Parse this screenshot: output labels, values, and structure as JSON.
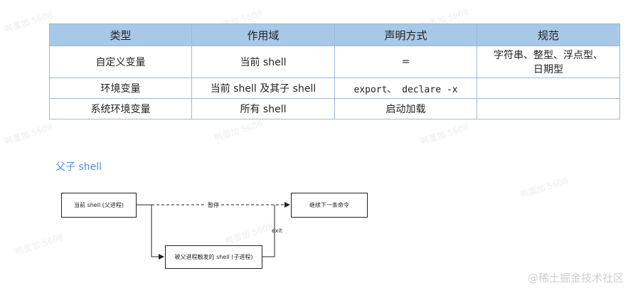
{
  "table": {
    "headers": [
      "类型",
      "作用域",
      "声明方式",
      "规范"
    ],
    "rows": [
      {
        "type": "自定义变量",
        "scope": "当前 shell",
        "decl": "=",
        "spec_line1": "字符串、整型、浮点型、",
        "spec_line2": "日期型"
      },
      {
        "type": "环境变量",
        "scope": "当前 shell 及其子 shell",
        "decl": "export、 declare -x",
        "spec_line1": "",
        "spec_line2": ""
      },
      {
        "type": "系统环境变量",
        "scope": "所有 shell",
        "decl": "启动加载",
        "spec_line1": "",
        "spec_line2": ""
      }
    ]
  },
  "section": {
    "title": "父子 shell"
  },
  "diagram": {
    "parent": "当前 shell (父进程)",
    "continue": "继续下一条命令",
    "child": "被父进程触发的 shell (子进程)",
    "pause_label": "暂停",
    "exit_label": "exit"
  },
  "watermark": {
    "text": "鸭蛋加 5608"
  },
  "credit": "@稀土掘金技术社区"
}
